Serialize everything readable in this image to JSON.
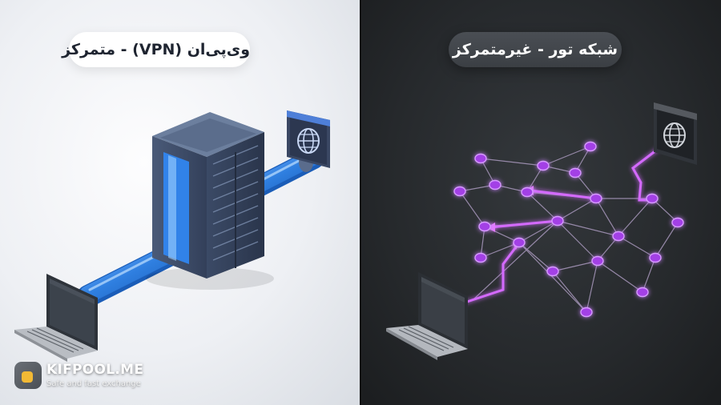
{
  "left_panel": {
    "title": "وی‌پی‌ان (VPN) - متمرکز"
  },
  "right_panel": {
    "title": "شبکه تور - غیرمتمرکز"
  },
  "brand": {
    "name": "KIFPOOL.ME",
    "tagline": "Safe and fast exchange"
  },
  "icons": [
    "laptop-icon",
    "server-icon",
    "globe-icon",
    "network-node-icon",
    "kifpool-logo-icon"
  ],
  "colors": {
    "vpn_tunnel": "#2f7fe0",
    "tor_path": "#c04bff",
    "node": "#a340e6",
    "left_bg": "#eef0f4",
    "right_bg": "#26292c"
  }
}
